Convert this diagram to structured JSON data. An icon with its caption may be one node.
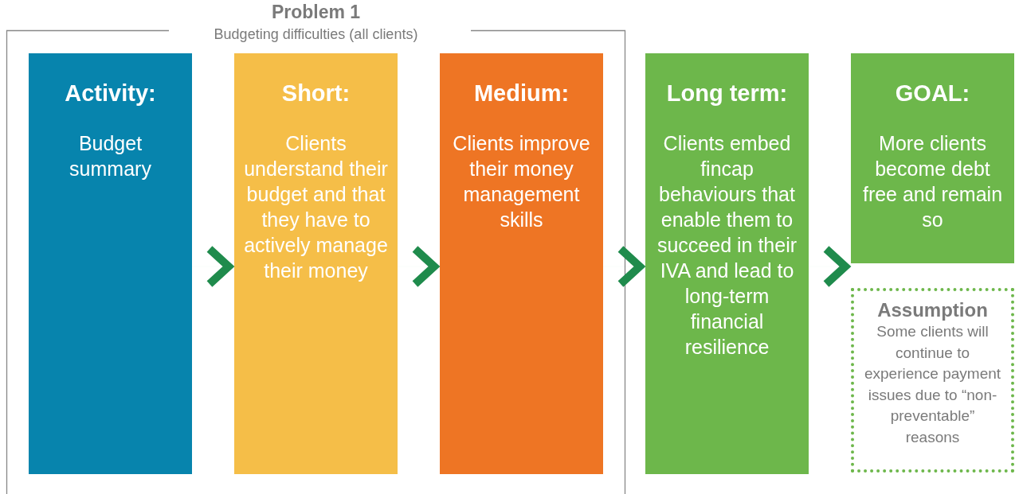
{
  "diagram": {
    "nodes": [
      {
        "text": [
          "Problem 1",
          "Budgeting difficulties (all clients)"
        ]
      },
      {
        "text": [
          "Activity:",
          "Budget summary"
        ],
        "in": 0
      },
      {
        "text": [
          "Short:",
          "Clients understand their budget and that they have to actively manage their money"
        ],
        "in": 0
      },
      {
        "text": [
          "Medium:",
          "Clients improve their money management skills"
        ],
        "in": 0
      },
      {
        "text": [
          "Long term:",
          "Clients embed fincap behaviours that enable them to succeed in their IVA and lead to long-term financial resilience"
        ]
      },
      {
        "text": [
          "GOAL:",
          "More clients become debt free and remain so"
        ]
      },
      {
        "text": [
          "Assumption",
          "Some clients will continue to experience payment issues due to “non-preventable” reasons"
        ]
      }
    ],
    "edges": [
      {
        "from": 1,
        "to": 2,
        "arrow": "to"
      },
      {
        "from": 2,
        "to": 3,
        "arrow": "to"
      },
      {
        "from": 3,
        "to": 4,
        "arrow": "to"
      },
      {
        "from": 4,
        "to": 5,
        "arrow": "to"
      }
    ]
  }
}
